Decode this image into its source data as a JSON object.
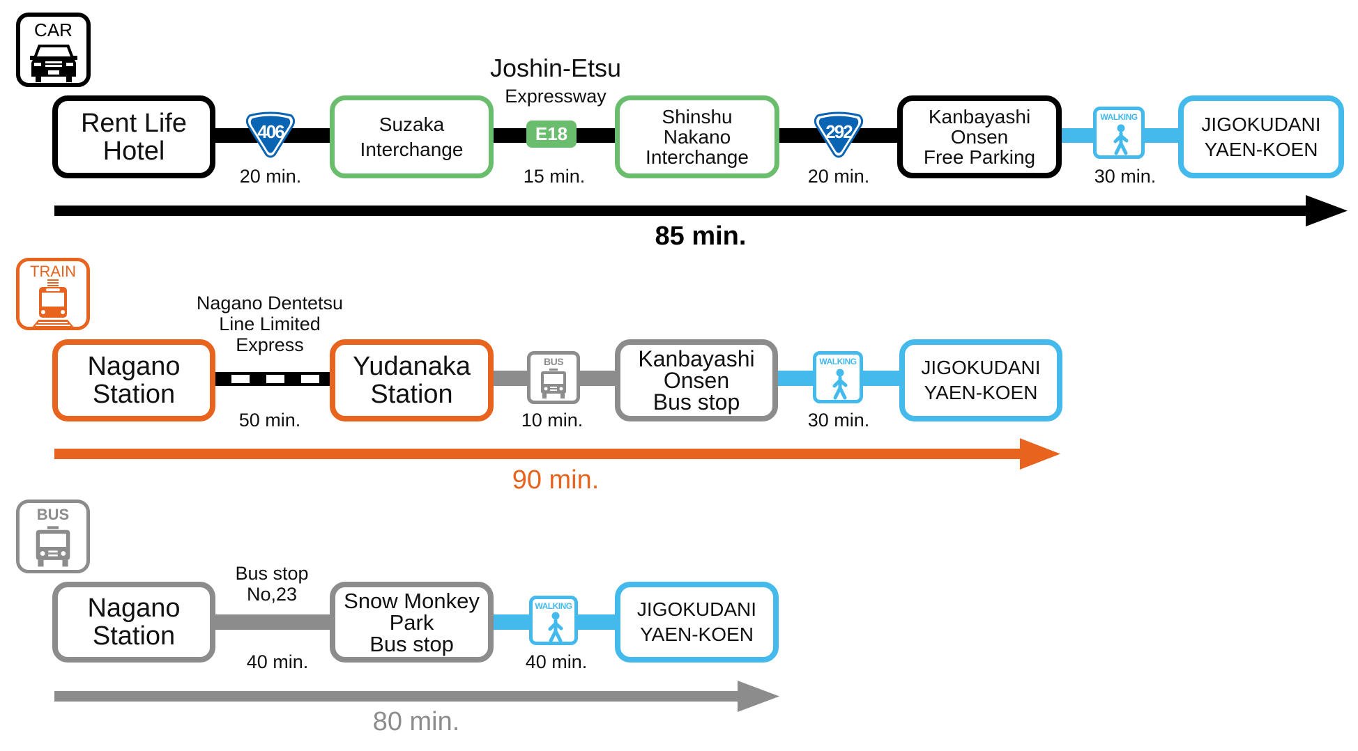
{
  "colors": {
    "car": "#000000",
    "expressway": "#6abd6c",
    "walking": "#43b9ec",
    "train": "#e8641e",
    "bus": "#8c8c8c",
    "route_shield": "#0a64b4"
  },
  "car_route": {
    "mode_label": "CAR",
    "mode_icon": "car-icon",
    "stops": [
      {
        "lines": [
          "Rent Life",
          "Hotel"
        ]
      },
      {
        "lines": [
          "Suzaka",
          "Interchange"
        ]
      },
      {
        "lines": [
          "Shinshu",
          "Nakano",
          "Interchange"
        ]
      },
      {
        "lines": [
          "Kanbayashi",
          "Onsen",
          "Free Parking"
        ]
      },
      {
        "lines": [
          "JIGOKUDANI",
          "YAEN-KOEN"
        ]
      }
    ],
    "segments": [
      {
        "type": "national-route",
        "route_number": "406",
        "duration": "20 min."
      },
      {
        "type": "expressway",
        "name_line1": "Joshin-Etsu",
        "name_line2": "Expressway",
        "badge": "E18",
        "duration": "15 min."
      },
      {
        "type": "national-route",
        "route_number": "292",
        "duration": "20 min."
      },
      {
        "type": "walking",
        "icon_label": "WALKING",
        "duration": "30 min."
      }
    ],
    "total": "85 min."
  },
  "train_route": {
    "mode_label": "TRAIN",
    "mode_icon": "train-icon",
    "stops": [
      {
        "lines": [
          "Nagano",
          "Station"
        ]
      },
      {
        "lines": [
          "Yudanaka",
          "Station"
        ]
      },
      {
        "lines": [
          "Kanbayashi",
          "Onsen",
          "Bus stop"
        ]
      },
      {
        "lines": [
          "JIGOKUDANI",
          "YAEN-KOEN"
        ]
      }
    ],
    "segments": [
      {
        "type": "rail",
        "name_lines": [
          "Nagano Dentetsu",
          "Line Limited",
          "Express"
        ],
        "duration": "50 min."
      },
      {
        "type": "bus",
        "icon_label": "BUS",
        "duration": "10 min."
      },
      {
        "type": "walking",
        "icon_label": "WALKING",
        "duration": "30 min."
      }
    ],
    "total": "90 min."
  },
  "bus_route": {
    "mode_label": "BUS",
    "mode_icon": "bus-icon",
    "stops": [
      {
        "lines": [
          "Nagano",
          "Station"
        ]
      },
      {
        "lines": [
          "Snow Monkey",
          "Park",
          "Bus stop"
        ]
      },
      {
        "lines": [
          "JIGOKUDANI",
          "YAEN-KOEN"
        ]
      }
    ],
    "segments": [
      {
        "type": "bus",
        "name_lines": [
          "Bus stop",
          "No,23"
        ],
        "duration": "40 min."
      },
      {
        "type": "walking",
        "icon_label": "WALKING",
        "duration": "40 min."
      }
    ],
    "total": "80 min."
  }
}
